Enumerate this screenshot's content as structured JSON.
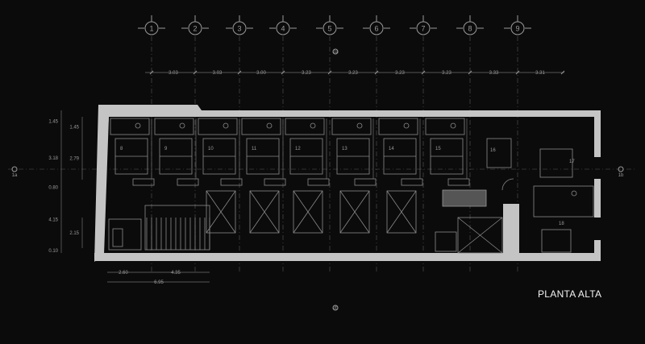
{
  "title": "PLANTA ALTA",
  "grid_axes": [
    "1",
    "2",
    "3",
    "4",
    "5",
    "6",
    "7",
    "8",
    "9"
  ],
  "top_dimensions": [
    "3.03",
    "3.03",
    "3.00",
    "3.23",
    "3.23",
    "3.23",
    "3.23",
    "3.33",
    "3.31"
  ],
  "left_dimensions_outer": [
    "1.45",
    "3.18",
    "0.80",
    "4.15",
    "0.10"
  ],
  "left_dimensions_inner": [
    "1.45",
    "2.79",
    "2.15"
  ],
  "bottom_dimensions": [
    "2.60",
    "4.35",
    "6.95"
  ],
  "rooms": [
    "8",
    "9",
    "10",
    "11",
    "12",
    "13",
    "14",
    "15",
    "16",
    "17",
    "18"
  ],
  "section_marks": [
    "2a",
    "2b",
    "1a",
    "1b"
  ],
  "colors": {
    "background": "#0b0b0b",
    "walls": "#c4c4c4",
    "lines": "#8a8a8a",
    "title": "#f2f2f2"
  }
}
